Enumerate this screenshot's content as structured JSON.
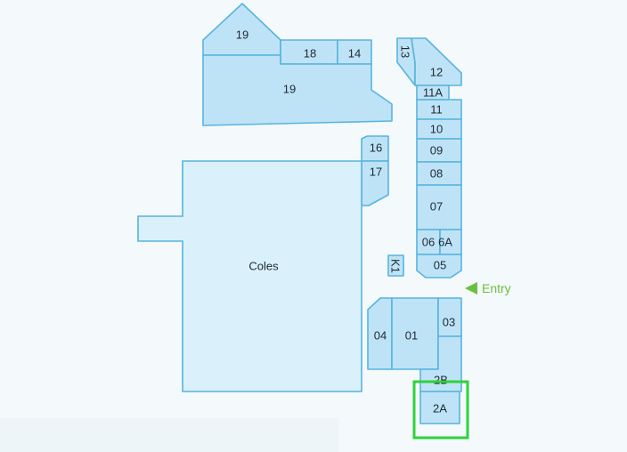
{
  "shops": {
    "s19_top": "19",
    "s18": "18",
    "s14": "14",
    "s19_main": "19",
    "s13": "13",
    "s12": "12",
    "s11a": "11A",
    "s11": "11",
    "s10": "10",
    "s09": "09",
    "s08": "08",
    "s07": "07",
    "s06": "06",
    "s6a": "6A",
    "s05": "05",
    "s16": "16",
    "s17": "17",
    "coles": "Coles",
    "k1": "K1",
    "s04": "04",
    "s01": "01",
    "s03": "03",
    "s2b": "2B",
    "s2a": "2A"
  },
  "entry": {
    "label": "Entry"
  },
  "highlight": {
    "shop": "2A",
    "color": "#2fd23a"
  },
  "colors": {
    "shop_fill": "#bfe3f6",
    "shop_stroke": "#57b4de",
    "entry": "#6cbf3d"
  }
}
